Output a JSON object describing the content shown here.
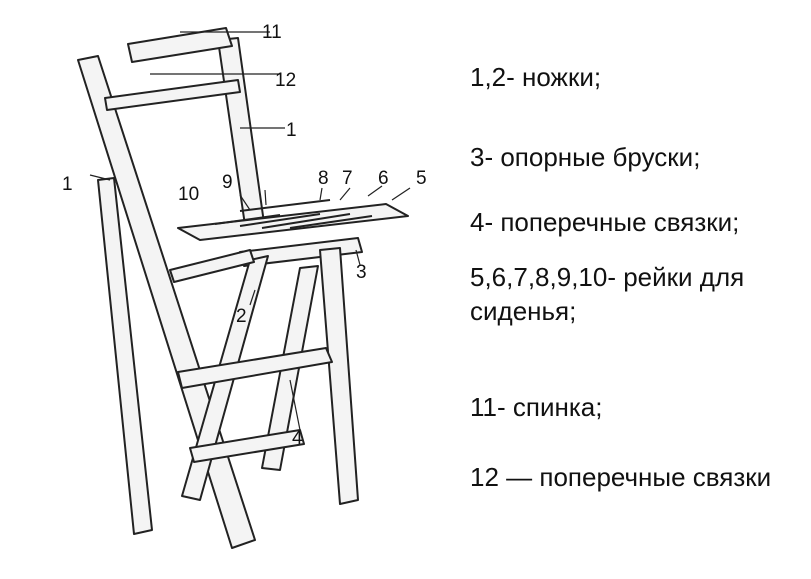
{
  "figure": {
    "callouts": {
      "c1a": "1",
      "c1b": "1",
      "c2": "2",
      "c3": "3",
      "c4": "4",
      "c5": "5",
      "c6": "6",
      "c7": "7",
      "c8": "8",
      "c9": "9",
      "c10": "10",
      "c11": "11",
      "c12": "12"
    }
  },
  "legend": {
    "items": [
      "1,2- ножки;",
      "3- опорные бруски;",
      "4- поперечные связки;",
      "5,6,7,8,9,10- рейки для сиденья;",
      "11- спинка;",
      "12 — поперечные связки"
    ]
  }
}
